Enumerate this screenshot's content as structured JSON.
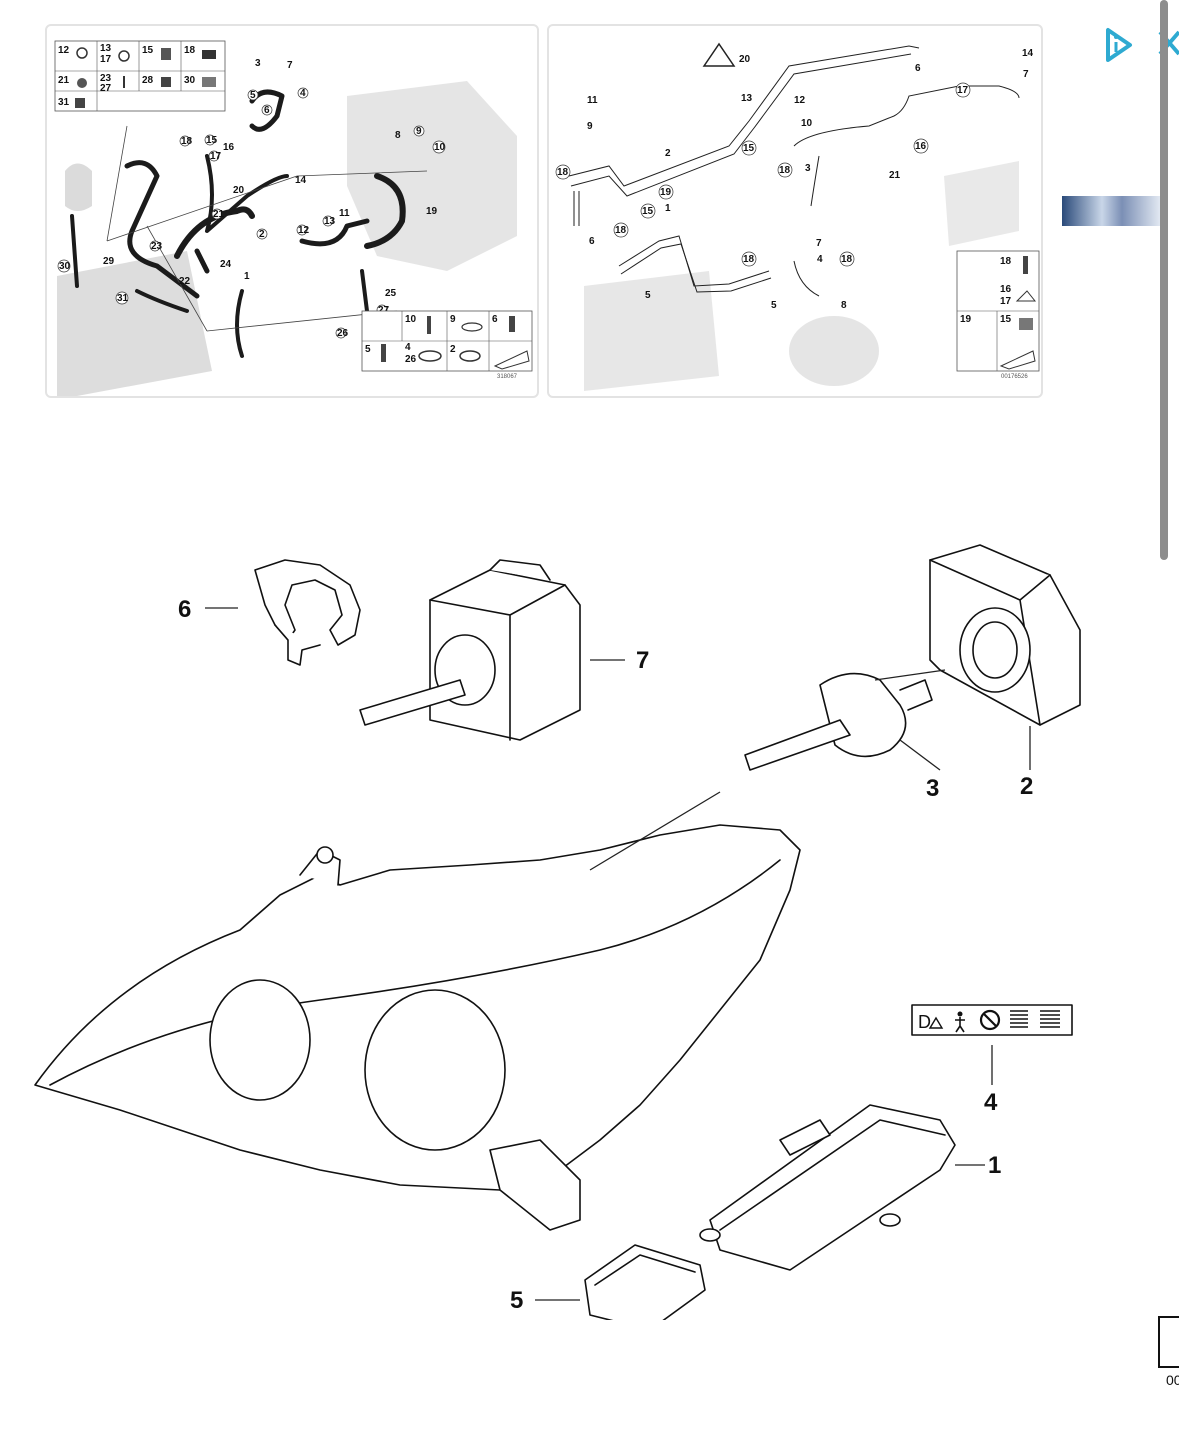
{
  "cooling": {
    "grid_labels": [
      "12",
      "13",
      "17",
      "15",
      "18",
      "21",
      "23",
      "27",
      "28",
      "30",
      "31"
    ],
    "callouts": [
      "3",
      "7",
      "5",
      "6",
      "4",
      "8",
      "9",
      "10",
      "18",
      "15",
      "17",
      "16",
      "20",
      "14",
      "13",
      "11",
      "19",
      "21",
      "2",
      "12",
      "23",
      "22",
      "24",
      "1",
      "29",
      "30",
      "31",
      "25",
      "27",
      "26"
    ],
    "kit_labels": [
      "10",
      "9",
      "6",
      "5",
      "4",
      "26",
      "2"
    ],
    "id": "318067"
  },
  "ac": {
    "callouts": [
      "20",
      "14",
      "6",
      "7",
      "11",
      "13",
      "12",
      "10",
      "17",
      "9",
      "16",
      "2",
      "15",
      "18",
      "3",
      "21",
      "19",
      "15",
      "1",
      "18",
      "6",
      "18",
      "7",
      "18",
      "4",
      "18",
      "5",
      "5",
      "8"
    ],
    "kit_labels": [
      "18",
      "16",
      "17",
      "19",
      "15"
    ],
    "id": "00176526"
  },
  "main": {
    "callouts": {
      "p1": "1",
      "p2": "2",
      "p3": "3",
      "p4": "4",
      "p5": "5",
      "p6": "6",
      "p7": "7"
    },
    "label_text": "D"
  },
  "page_fragment": "00",
  "colors": {
    "accent": "#2eaad1",
    "scrollbar": "#8d8d8d",
    "panel_border": "#e3e3e3"
  }
}
